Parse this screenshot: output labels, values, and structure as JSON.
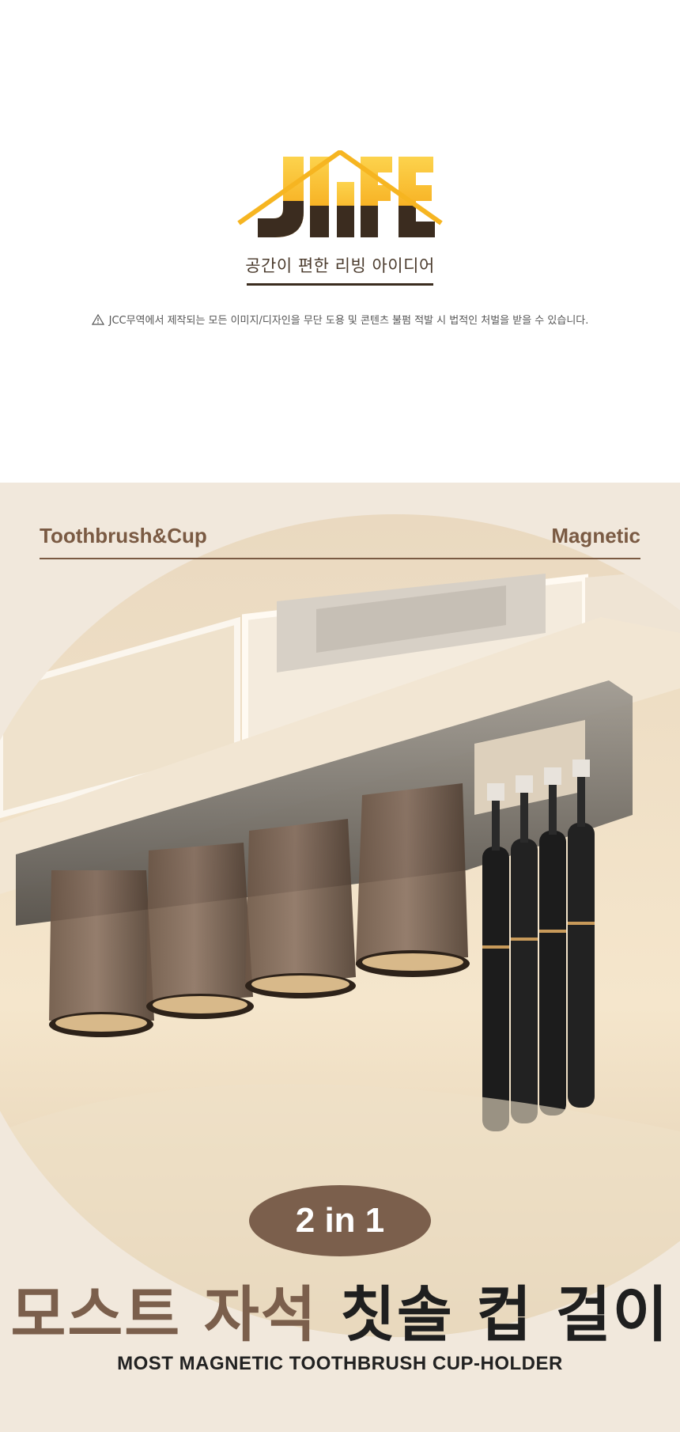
{
  "brand": {
    "logo_text": "JLIFE",
    "tagline": "공간이 편한 리빙 아이디어"
  },
  "notice": {
    "icon": "warning-triangle-icon",
    "text": "JCC무역에서 제작되는 모든 이미지/디자인을 무단 도용 및 콘텐츠 불펌 적발 시 법적인 처벌을 받을 수 있습니다."
  },
  "product_header": {
    "left": "Toothbrush&Cup",
    "right": "Magnetic"
  },
  "badge": "2 in 1",
  "title": {
    "part1": "모스트 자석",
    "part2": "칫솔 컵 걸이"
  },
  "subtitle": "MOST MAGNETIC TOOTHBRUSH CUP-HOLDER",
  "colors": {
    "brand_yellow": "#f6b521",
    "brand_dark": "#3b2c1f",
    "section_bg": "#f1e8dc",
    "accent_brown": "#7b5f4c"
  }
}
